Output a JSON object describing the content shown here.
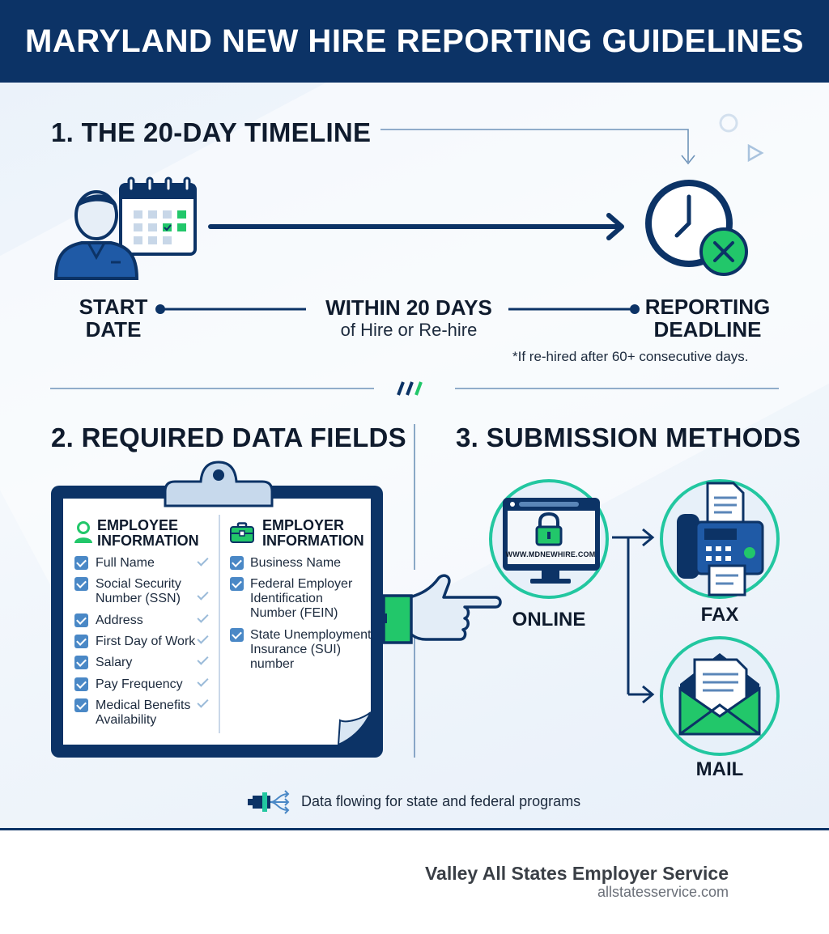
{
  "header": {
    "title": "MARYLAND NEW HIRE REPORTING GUIDELINES"
  },
  "timeline": {
    "title": "1. THE 20-DAY TIMELINE",
    "start_label_1": "START",
    "start_label_2": "DATE",
    "window_label": "WITHIN 20 DAYS",
    "window_sub": "of Hire or Re-hire",
    "deadline_label_1": "REPORTING",
    "deadline_label_2": "DEADLINE",
    "footnote": "*If re-hired after 60+ consecutive days."
  },
  "required_fields": {
    "title": "2. REQUIRED DATA FIELDS",
    "employee": {
      "heading_1": "EMPLOYEE",
      "heading_2": "INFORMATION",
      "items": [
        "Full Name",
        "Social Security",
        "Number (SSN)",
        "Address",
        "First Day of Work",
        "Salary",
        "Pay Frequency",
        "Medical Benefits",
        "Availability"
      ]
    },
    "employer": {
      "heading_1": "EMPLOYER",
      "heading_2": "INFORMATION",
      "items": [
        "Business Name",
        "Federal Employer",
        "Identification",
        "Number (FEIN)",
        "State Unemployment",
        "Insurance (SUI)",
        "number"
      ]
    }
  },
  "submission": {
    "title": "3. SUBMISSION METHODS",
    "online_label": "ONLINE",
    "online_url": "WWW.MDNEWHIRE.COM",
    "fax_label": "FAX",
    "mail_label": "MAIL"
  },
  "data_flow_note": "Data flowing for state and federal programs",
  "footer": {
    "company": "Valley All States Employer Service",
    "url": "allstatesservice.com"
  },
  "colors": {
    "navy": "#0c3366",
    "accent_green": "#22c76a",
    "accent_blue": "#4a88c6"
  }
}
